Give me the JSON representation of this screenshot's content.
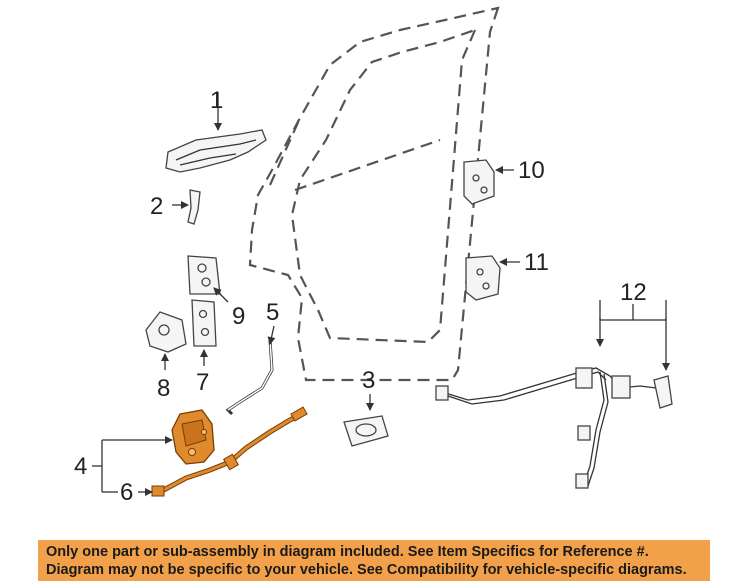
{
  "callouts": {
    "c1": "1",
    "c2": "2",
    "c3": "3",
    "c4": "4",
    "c5": "5",
    "c6": "6",
    "c7": "7",
    "c8": "8",
    "c9": "9",
    "c10": "10",
    "c11": "11",
    "c12": "12"
  },
  "banner": {
    "line1": "Only one part or sub-assembly in diagram included. See Item Specifics for Reference #.",
    "line2": "Diagram may not be specific to your vehicle. See Compatibility for vehicle-specific diagrams."
  },
  "colors": {
    "highlight": "#e08a2e",
    "banner": "#f2a14a",
    "ink": "#333333"
  }
}
